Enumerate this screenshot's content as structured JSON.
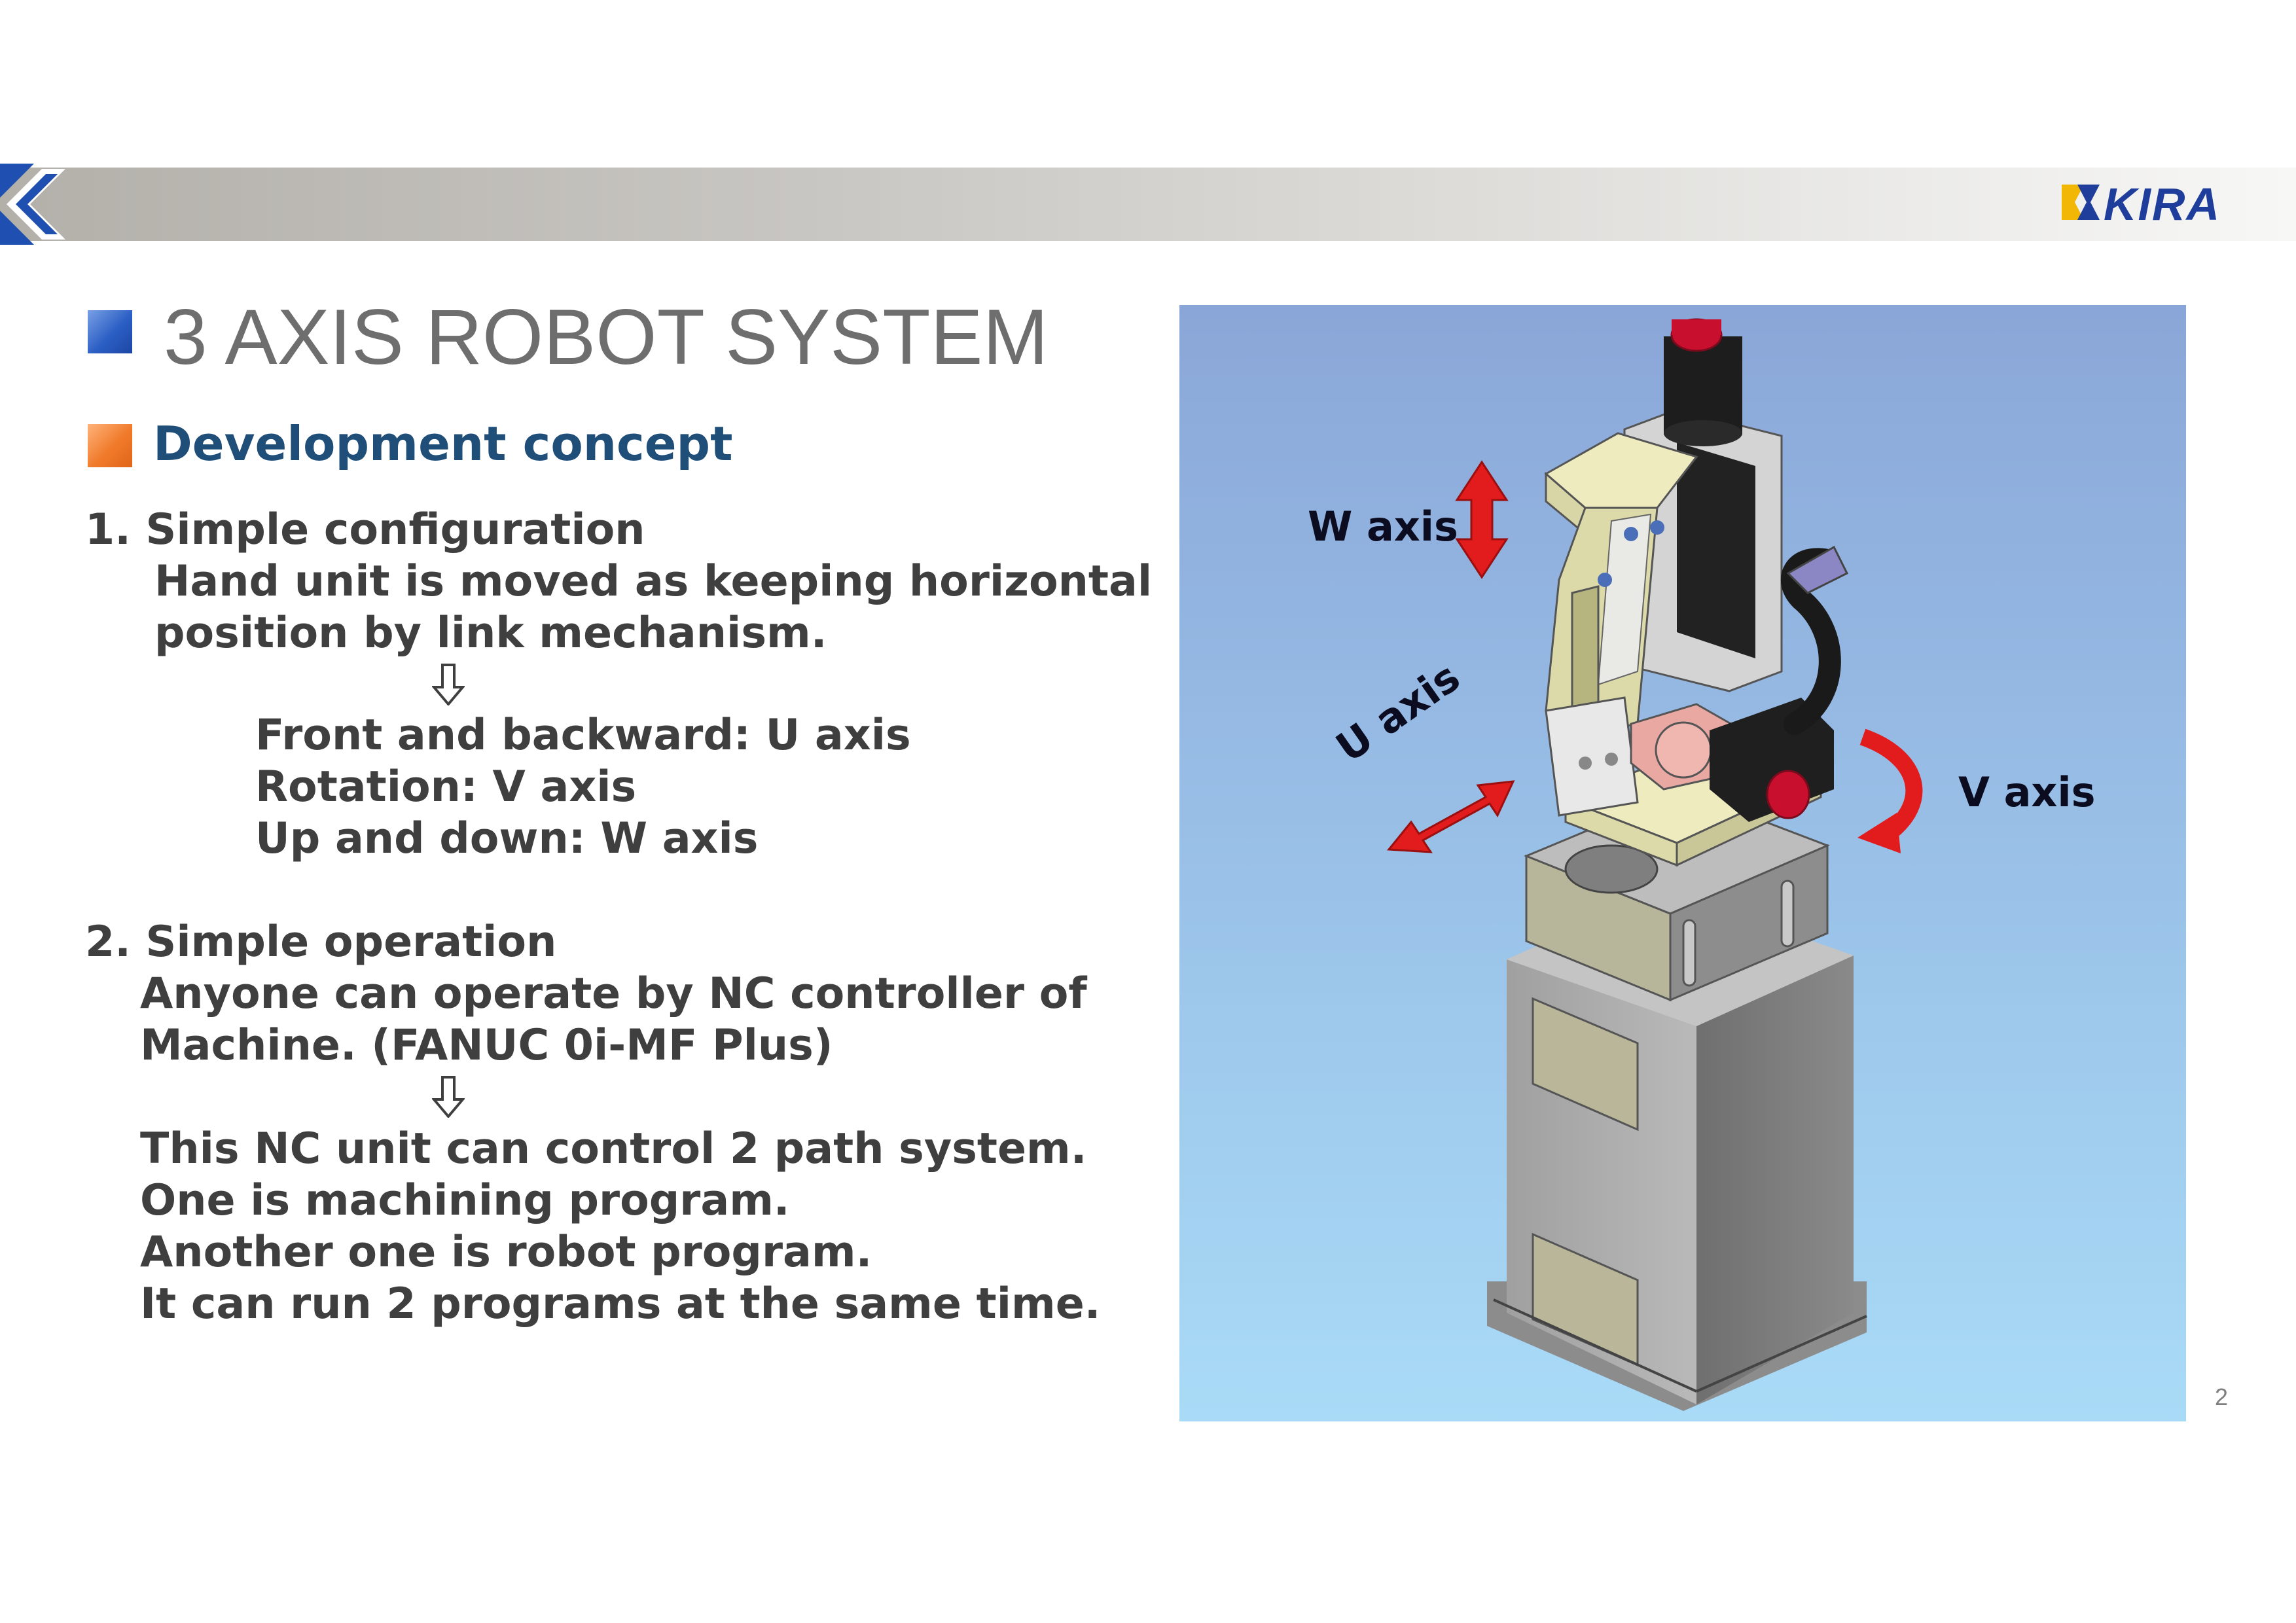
{
  "header": {
    "logo_text": "KIRA"
  },
  "title": "3 AXIS ROBOT SYSTEM",
  "subheading": "Development concept",
  "sections": [
    {
      "heading": "1.  Simple configuration",
      "lines": [
        "Hand unit is moved as keeping horizontal",
        "position by link mechanism."
      ],
      "arrow": "⇩",
      "sublines": [
        "Front and backward: U axis",
        "Rotation: V axis",
        "Up and down: W axis"
      ]
    },
    {
      "heading": "2. Simple operation",
      "lines": [
        "Anyone can operate by NC controller of",
        "Machine. (FANUC 0i-MF Plus)"
      ],
      "arrow": "⇩",
      "sublines": [
        "This NC unit can control 2 path system.",
        "One is machining program.",
        "Another one is robot program.",
        "It can run 2 programs at the same time."
      ]
    }
  ],
  "figure": {
    "labels": {
      "w_axis": "W axis",
      "u_axis": "U axis",
      "v_axis": "V axis"
    },
    "colors": {
      "sky_top": "#8aa6d8",
      "sky_bottom": "#a9dbf7",
      "arrow": "#e21c1c",
      "motor_cap": "#c8102e"
    }
  },
  "page_number": "2",
  "colors": {
    "title_square": "#2b5fc4",
    "sub_square": "#f07a2a",
    "subheading": "#1f4e79",
    "body_text": "#3f3f3f",
    "logo": "#1f3e9c"
  }
}
